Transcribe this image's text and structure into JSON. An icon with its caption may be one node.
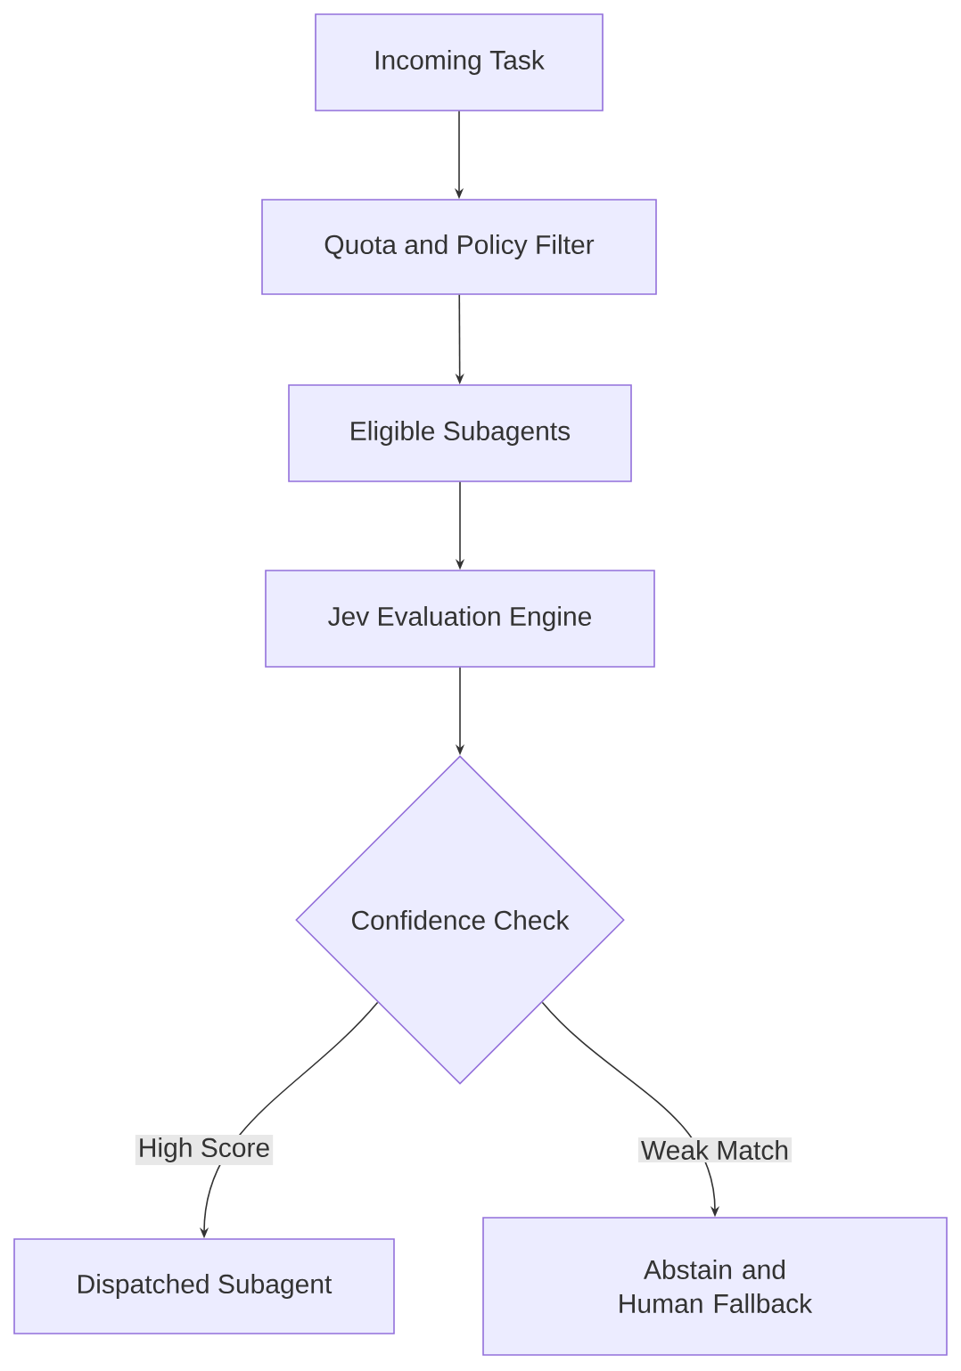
{
  "diagram": {
    "nodes": [
      {
        "text": [
          "Incoming Task"
        ]
      },
      {
        "text": [
          "Quota and Policy Filter"
        ]
      },
      {
        "text": [
          "Eligible Subagents"
        ]
      },
      {
        "text": [
          "Jev Evaluation Engine"
        ]
      },
      {
        "text": [
          "Confidence Check"
        ]
      },
      {
        "text": [
          "Dispatched Subagent"
        ]
      },
      {
        "text": [
          "Abstain and Human Fallback"
        ]
      }
    ],
    "edges": [
      {
        "from": 0,
        "to": 1,
        "arrow": "to"
      },
      {
        "from": 1,
        "to": 2,
        "arrow": "to"
      },
      {
        "from": 2,
        "to": 3,
        "arrow": "to"
      },
      {
        "from": 3,
        "to": 4,
        "arrow": "to"
      },
      {
        "from": 4,
        "to": 5,
        "arrow": "to",
        "label": "High Score"
      },
      {
        "from": 4,
        "to": 6,
        "arrow": "to",
        "label": "Weak Match"
      }
    ]
  }
}
